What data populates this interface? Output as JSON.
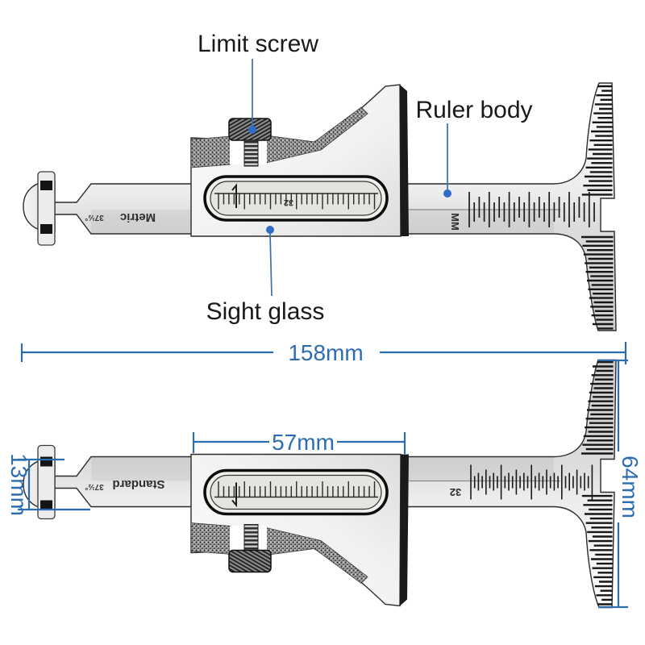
{
  "callouts": {
    "limit_screw": "Limit screw",
    "ruler_body": "Ruler body",
    "sight_glass": "Sight glass"
  },
  "dimensions": {
    "overall_length": "158mm",
    "slider_width": "57mm",
    "jaw_height": "13mm",
    "base_height": "64mm"
  },
  "top_tool": {
    "side_label": "Metric",
    "angle_label": "37½°",
    "scale_unit": "MM",
    "window_mark": "32"
  },
  "bottom_tool": {
    "side_label": "Standard",
    "angle_label": "37½°",
    "scale_unit": "32"
  },
  "colors": {
    "annotation_blue": "#2e6cb0",
    "leader_blue": "#3c71ad",
    "dot_blue": "#2f6cc4",
    "label_dark": "#191919"
  }
}
